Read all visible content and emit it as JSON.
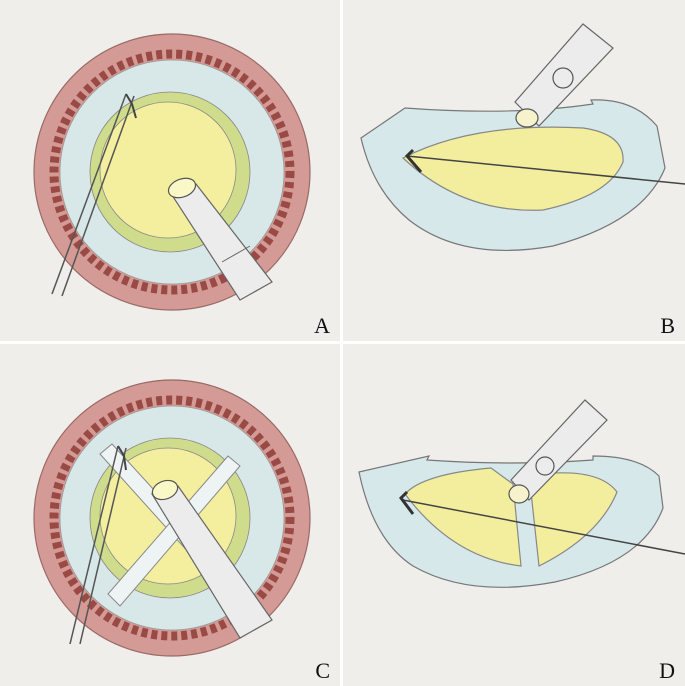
{
  "panels": [
    {
      "label": "A"
    },
    {
      "label": "B"
    },
    {
      "label": "C"
    },
    {
      "label": "D"
    }
  ],
  "colors": {
    "background": "#f0eeeb",
    "muscle_red": "#c98a85",
    "muscle_dark": "#a8605a",
    "capsule_blue": "#cfe3e4",
    "cortex_green": "#cbd98a",
    "nucleus_yellow": "#f2ee9e",
    "pencil": "#6b6b6b"
  }
}
